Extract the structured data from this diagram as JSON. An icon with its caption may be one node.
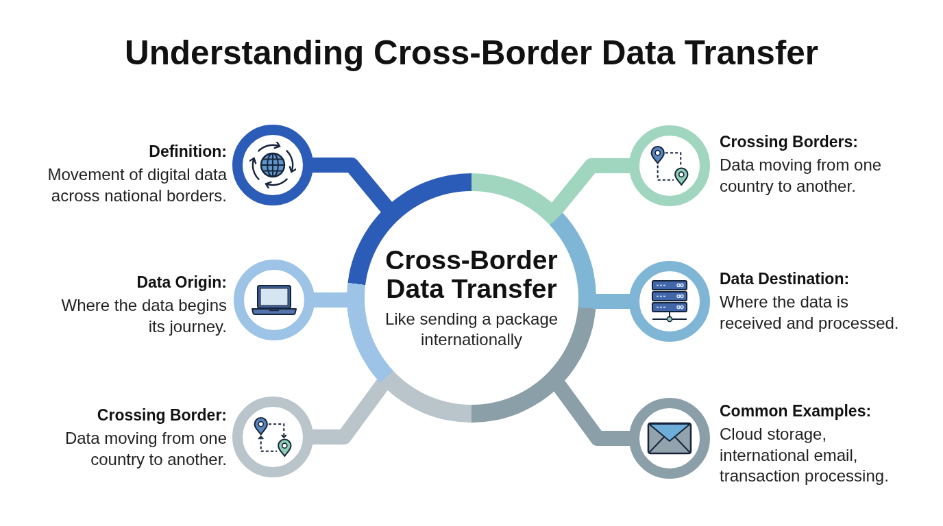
{
  "diagram": {
    "title": "Understanding Cross-Border Data Transfer",
    "nodes": [
      {
        "text": [
          "Cross-Border Data Transfer",
          "Like sending a package internationally"
        ]
      },
      {
        "text": [],
        "shape": "circle",
        "beside": [
          "Definition:",
          "Movement of digital data across national borders."
        ]
      },
      {
        "text": [],
        "shape": "circle",
        "beside": [
          "Data Origin:",
          "Where the data begins its journey."
        ]
      },
      {
        "text": [],
        "shape": "circle",
        "beside": [
          "Crossing Border:",
          "Data moving from one country to another."
        ]
      },
      {
        "text": [],
        "shape": "circle",
        "beside": [
          "Crossing Borders:",
          "Data moving from one country to another."
        ]
      },
      {
        "text": [],
        "shape": "circle",
        "beside": [
          "Data Destination:",
          "Where the data is received and processed."
        ]
      },
      {
        "text": [],
        "shape": "circle",
        "beside": [
          "Common Examples:",
          "Cloud storage, international email, transaction processing."
        ]
      }
    ],
    "edges": [
      {
        "from": 0,
        "to": 1,
        "arrow": "none",
        "color": "#2b5cb8"
      },
      {
        "from": 0,
        "to": 2,
        "arrow": "none",
        "color": "#9dc3e6"
      },
      {
        "from": 0,
        "to": 3,
        "arrow": "none",
        "color": "#bac4cb"
      },
      {
        "from": 0,
        "to": 4,
        "arrow": "none",
        "color": "#a0d6bf"
      },
      {
        "from": 0,
        "to": 5,
        "arrow": "none",
        "color": "#7fb5d5"
      },
      {
        "from": 0,
        "to": 6,
        "arrow": "none",
        "color": "#8b9fa9"
      }
    ]
  }
}
